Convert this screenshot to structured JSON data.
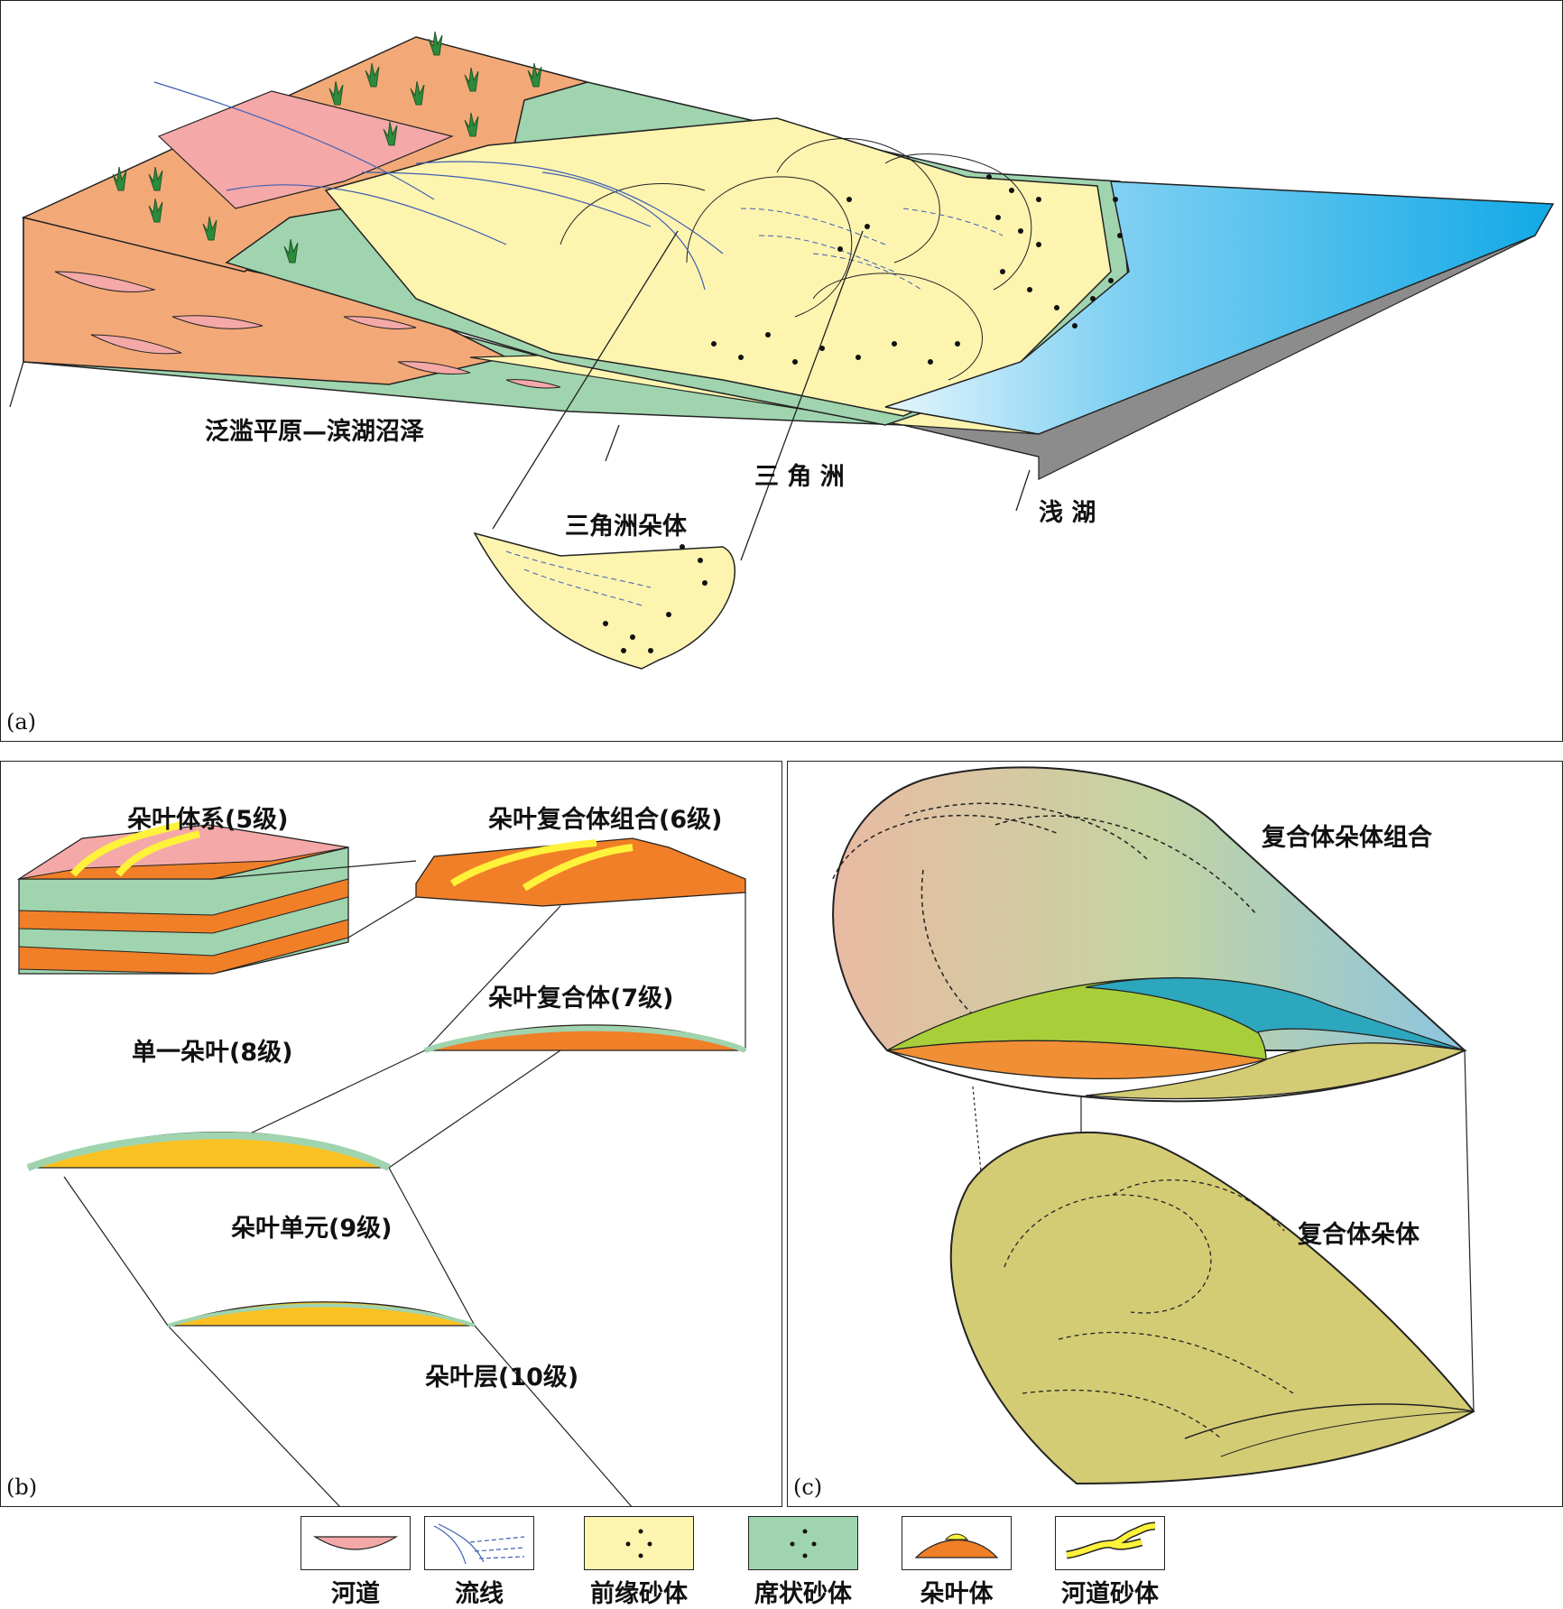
{
  "panel_a": {
    "tag": "(a)",
    "labels": {
      "floodplain": "泛滥平原—滨湖沼泽",
      "delta": "三 角 洲",
      "delta_lobe": "三角洲朵体",
      "shallow_lake": "浅 湖"
    }
  },
  "panel_b": {
    "tag": "(b)",
    "labels": {
      "lobe_system": "朵叶体系(5级)",
      "lobe_complex_assemblage": "朵叶复合体组合(6级)",
      "lobe_complex": "朵叶复合体(7级)",
      "single_lobe": "单一朵叶(8级)",
      "lobe_unit": "朵叶单元(9级)",
      "lobe_layer": "朵叶层(10级)"
    }
  },
  "panel_c": {
    "tag": "(c)",
    "labels": {
      "complex_lobe_assemblage": "复合体朵体组合",
      "complex_lobe": "复合体朵体"
    }
  },
  "legend": [
    {
      "label": "河道",
      "icon": "channel-lens-icon"
    },
    {
      "label": "流线",
      "icon": "flowline-icon"
    },
    {
      "label": "前缘砂体",
      "icon": "front-sand-icon"
    },
    {
      "label": "席状砂体",
      "icon": "sheet-sand-icon"
    },
    {
      "label": "朵叶体",
      "icon": "lobe-body-icon"
    },
    {
      "label": "河道砂体",
      "icon": "channel-sand-icon"
    }
  ],
  "colors": {
    "floodplain_orange": "#f3a977",
    "channel_pink": "#f4a8a8",
    "front_sand_yellow": "#fdf4b0",
    "sheet_sand_green": "#9fd4ae",
    "lake_blue": "#1eb1e8",
    "lobe_orange": "#f07f28",
    "channel_sand_yellow": "#fff23a",
    "lobe_layer_gold": "#fbc123",
    "olive_sand": "#d4cc74",
    "lime": "#a8cf3a",
    "teal": "#2ca7be"
  }
}
